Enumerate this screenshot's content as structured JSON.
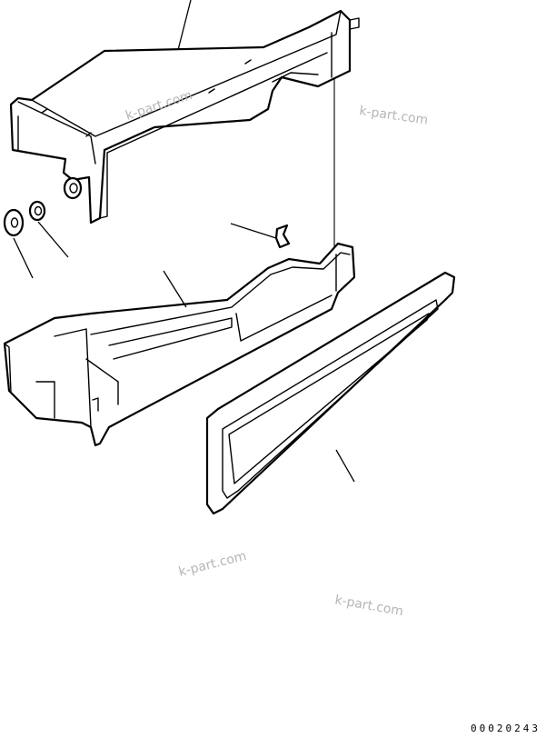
{
  "watermarks": [
    "k-part.com",
    "k-part.com",
    "k-part.com",
    "k-part.com"
  ],
  "drawing_number": "00020243",
  "colors": {
    "line": "#000000",
    "watermark": "#b5b5b5",
    "background": "#ffffff"
  }
}
